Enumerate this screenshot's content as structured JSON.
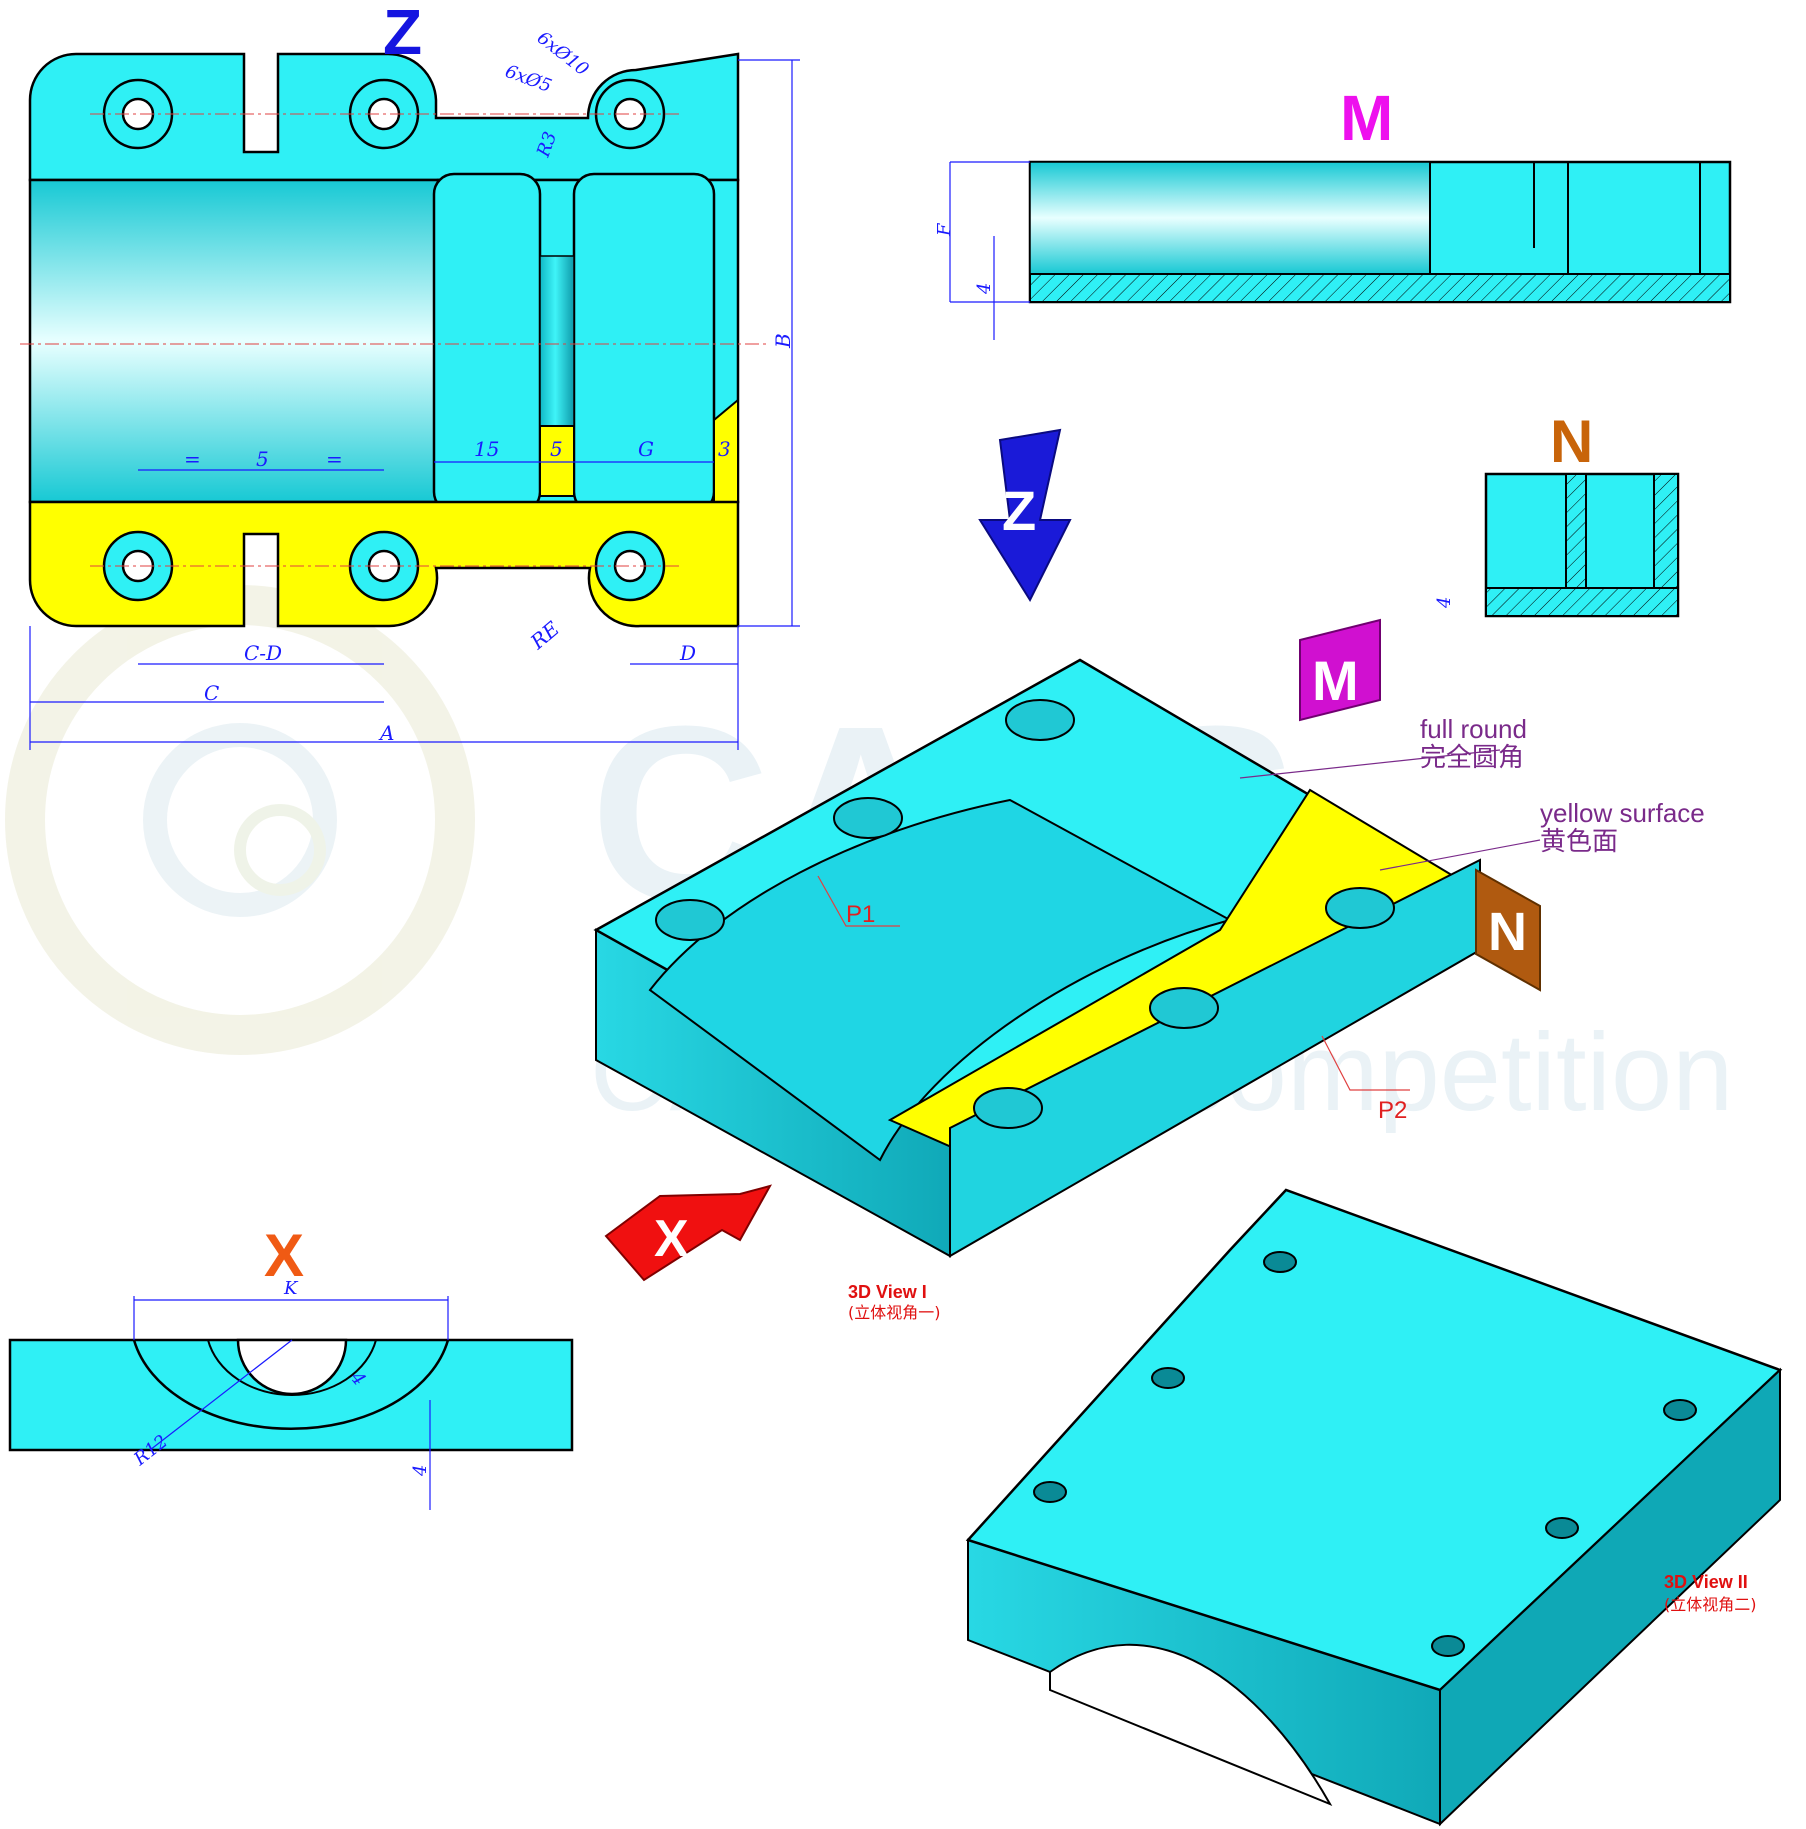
{
  "watermark": {
    "brand": "CADS",
    "tagline": "CAD digital competition"
  },
  "views": {
    "z": {
      "label": "Z",
      "color": "#1515e0"
    },
    "m": {
      "label": "M",
      "color": "#ee10ee"
    },
    "n": {
      "label": "N",
      "color": "#c8640a"
    },
    "x": {
      "label": "X",
      "color": "#f05a14"
    }
  },
  "dims_top": {
    "hole_outer": "6xØ10",
    "hole_inner": "6xØ5",
    "r3": "R3",
    "b": "B",
    "a": "A",
    "c": "C",
    "c_minus_d": "C-D",
    "d": "D",
    "re": "RE",
    "eq_left": "=",
    "five_mid": "5",
    "eq_right": "=",
    "w15": "15",
    "w5": "5",
    "wg": "G",
    "w3": "3"
  },
  "dims_m": {
    "f": "F",
    "four": "4"
  },
  "dims_n": {
    "four": "4"
  },
  "dims_x": {
    "k": "K",
    "r12": "R12",
    "four_a": "4",
    "four_b": "4"
  },
  "annotations": {
    "full_round_en": "full round",
    "full_round_cn": "完全圆角",
    "yellow_en": "yellow surface",
    "yellow_cn": "黄色面",
    "p1": "P1",
    "p2": "P2"
  },
  "arrows": {
    "z": "Z",
    "m": "M",
    "n": "N",
    "x": "X"
  },
  "captions": {
    "view1": "3D View I",
    "view1_sub": "(立体视角一)",
    "view2": "3D View II",
    "view2_sub": "(立体视角二)"
  },
  "colors": {
    "cyan": "#2ff0f5",
    "yellow": "#ffff00",
    "line": "#000000",
    "dim": "#1a1aff",
    "center": "#e04040"
  }
}
